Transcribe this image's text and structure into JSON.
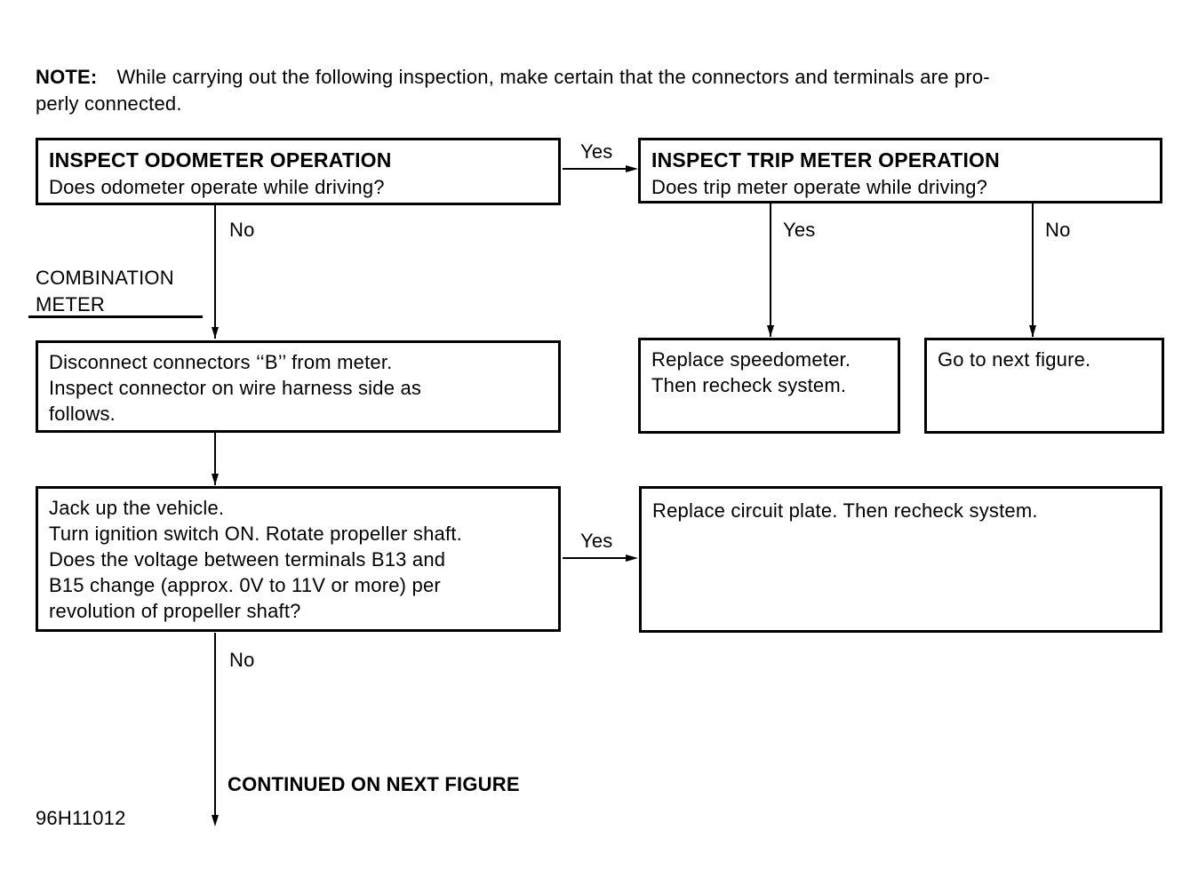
{
  "note": {
    "label": "NOTE:",
    "line1": "While carrying out the following inspection, make certain that the connectors and terminals are pro-",
    "line2": "perly connected."
  },
  "section_label": {
    "line1": "COMBINATION",
    "line2": "METER"
  },
  "boxes": {
    "odometer": {
      "title": "INSPECT ODOMETER OPERATION",
      "question": "Does odometer operate while driving?"
    },
    "trip_meter": {
      "title": "INSPECT TRIP METER OPERATION",
      "question": "Does trip meter operate while driving?"
    },
    "disconnect": {
      "lines": [
        "Disconnect connectors ‘‘B’’ from meter.",
        "Inspect connector on wire harness side as",
        "follows."
      ]
    },
    "jack_up": {
      "lines": [
        "Jack up the vehicle.",
        "Turn ignition switch ON. Rotate propeller shaft.",
        "Does the voltage between terminals B13 and",
        "B15 change (approx. 0V to 11V or more) per",
        "revolution of propeller shaft?"
      ]
    },
    "replace_speedometer": {
      "lines": [
        "Replace speedometer.",
        "Then recheck system."
      ]
    },
    "next_figure": {
      "lines": [
        "Go to next figure."
      ]
    },
    "replace_circuit_plate": {
      "lines": [
        "Replace circuit plate. Then recheck system."
      ]
    }
  },
  "edge_labels": {
    "odometer_yes": "Yes",
    "odometer_no": "No",
    "trip_yes": "Yes",
    "trip_no": "No",
    "jack_yes": "Yes",
    "jack_no": "No"
  },
  "footer": {
    "continued": "CONTINUED ON NEXT FIGURE",
    "figure_id": "96H11012"
  },
  "colors": {
    "ink": "#000000",
    "background": "#ffffff"
  }
}
